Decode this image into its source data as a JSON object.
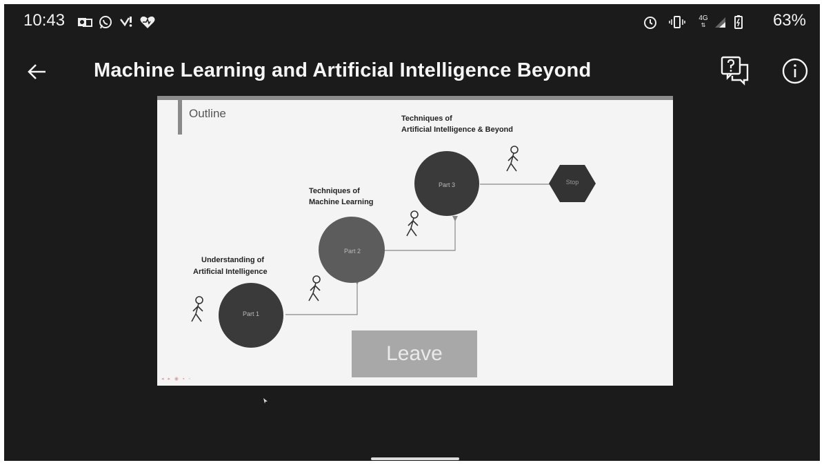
{
  "status_bar": {
    "time": "10:43",
    "network": "4G",
    "battery": "63%",
    "icons": [
      "outlook-icon",
      "whatsapp-icon",
      "missed-call-icon",
      "heart-icon",
      "alarm-icon",
      "vibrate-icon",
      "network-icon",
      "signal-icon",
      "battery-icon"
    ]
  },
  "app_bar": {
    "title": "Machine Learning and Artificial Intelligence Beyond",
    "icons": [
      "back-arrow-icon",
      "qa-icon",
      "info-icon"
    ]
  },
  "slide": {
    "heading": "Outline",
    "steps": [
      {
        "part": "Part 1",
        "caption_line1": "Understanding of",
        "caption_line2": "Artificial Intelligence"
      },
      {
        "part": "Part 2",
        "caption_line1": "Techniques of",
        "caption_line2": "Machine Learning"
      },
      {
        "part": "Part 3",
        "caption_line1": "Techniques of",
        "caption_line2": "Artificial Intelligence & Beyond"
      }
    ],
    "end_label": "Stop"
  },
  "leave_button": {
    "label": "Leave"
  },
  "colors": {
    "background": "#1b1b1b",
    "slide": "#f4f4f4",
    "circle": "#3a3a3a",
    "circle_part2": "#5c5c5c",
    "hexagon": "#333333",
    "leave": "#a8a8a8"
  }
}
